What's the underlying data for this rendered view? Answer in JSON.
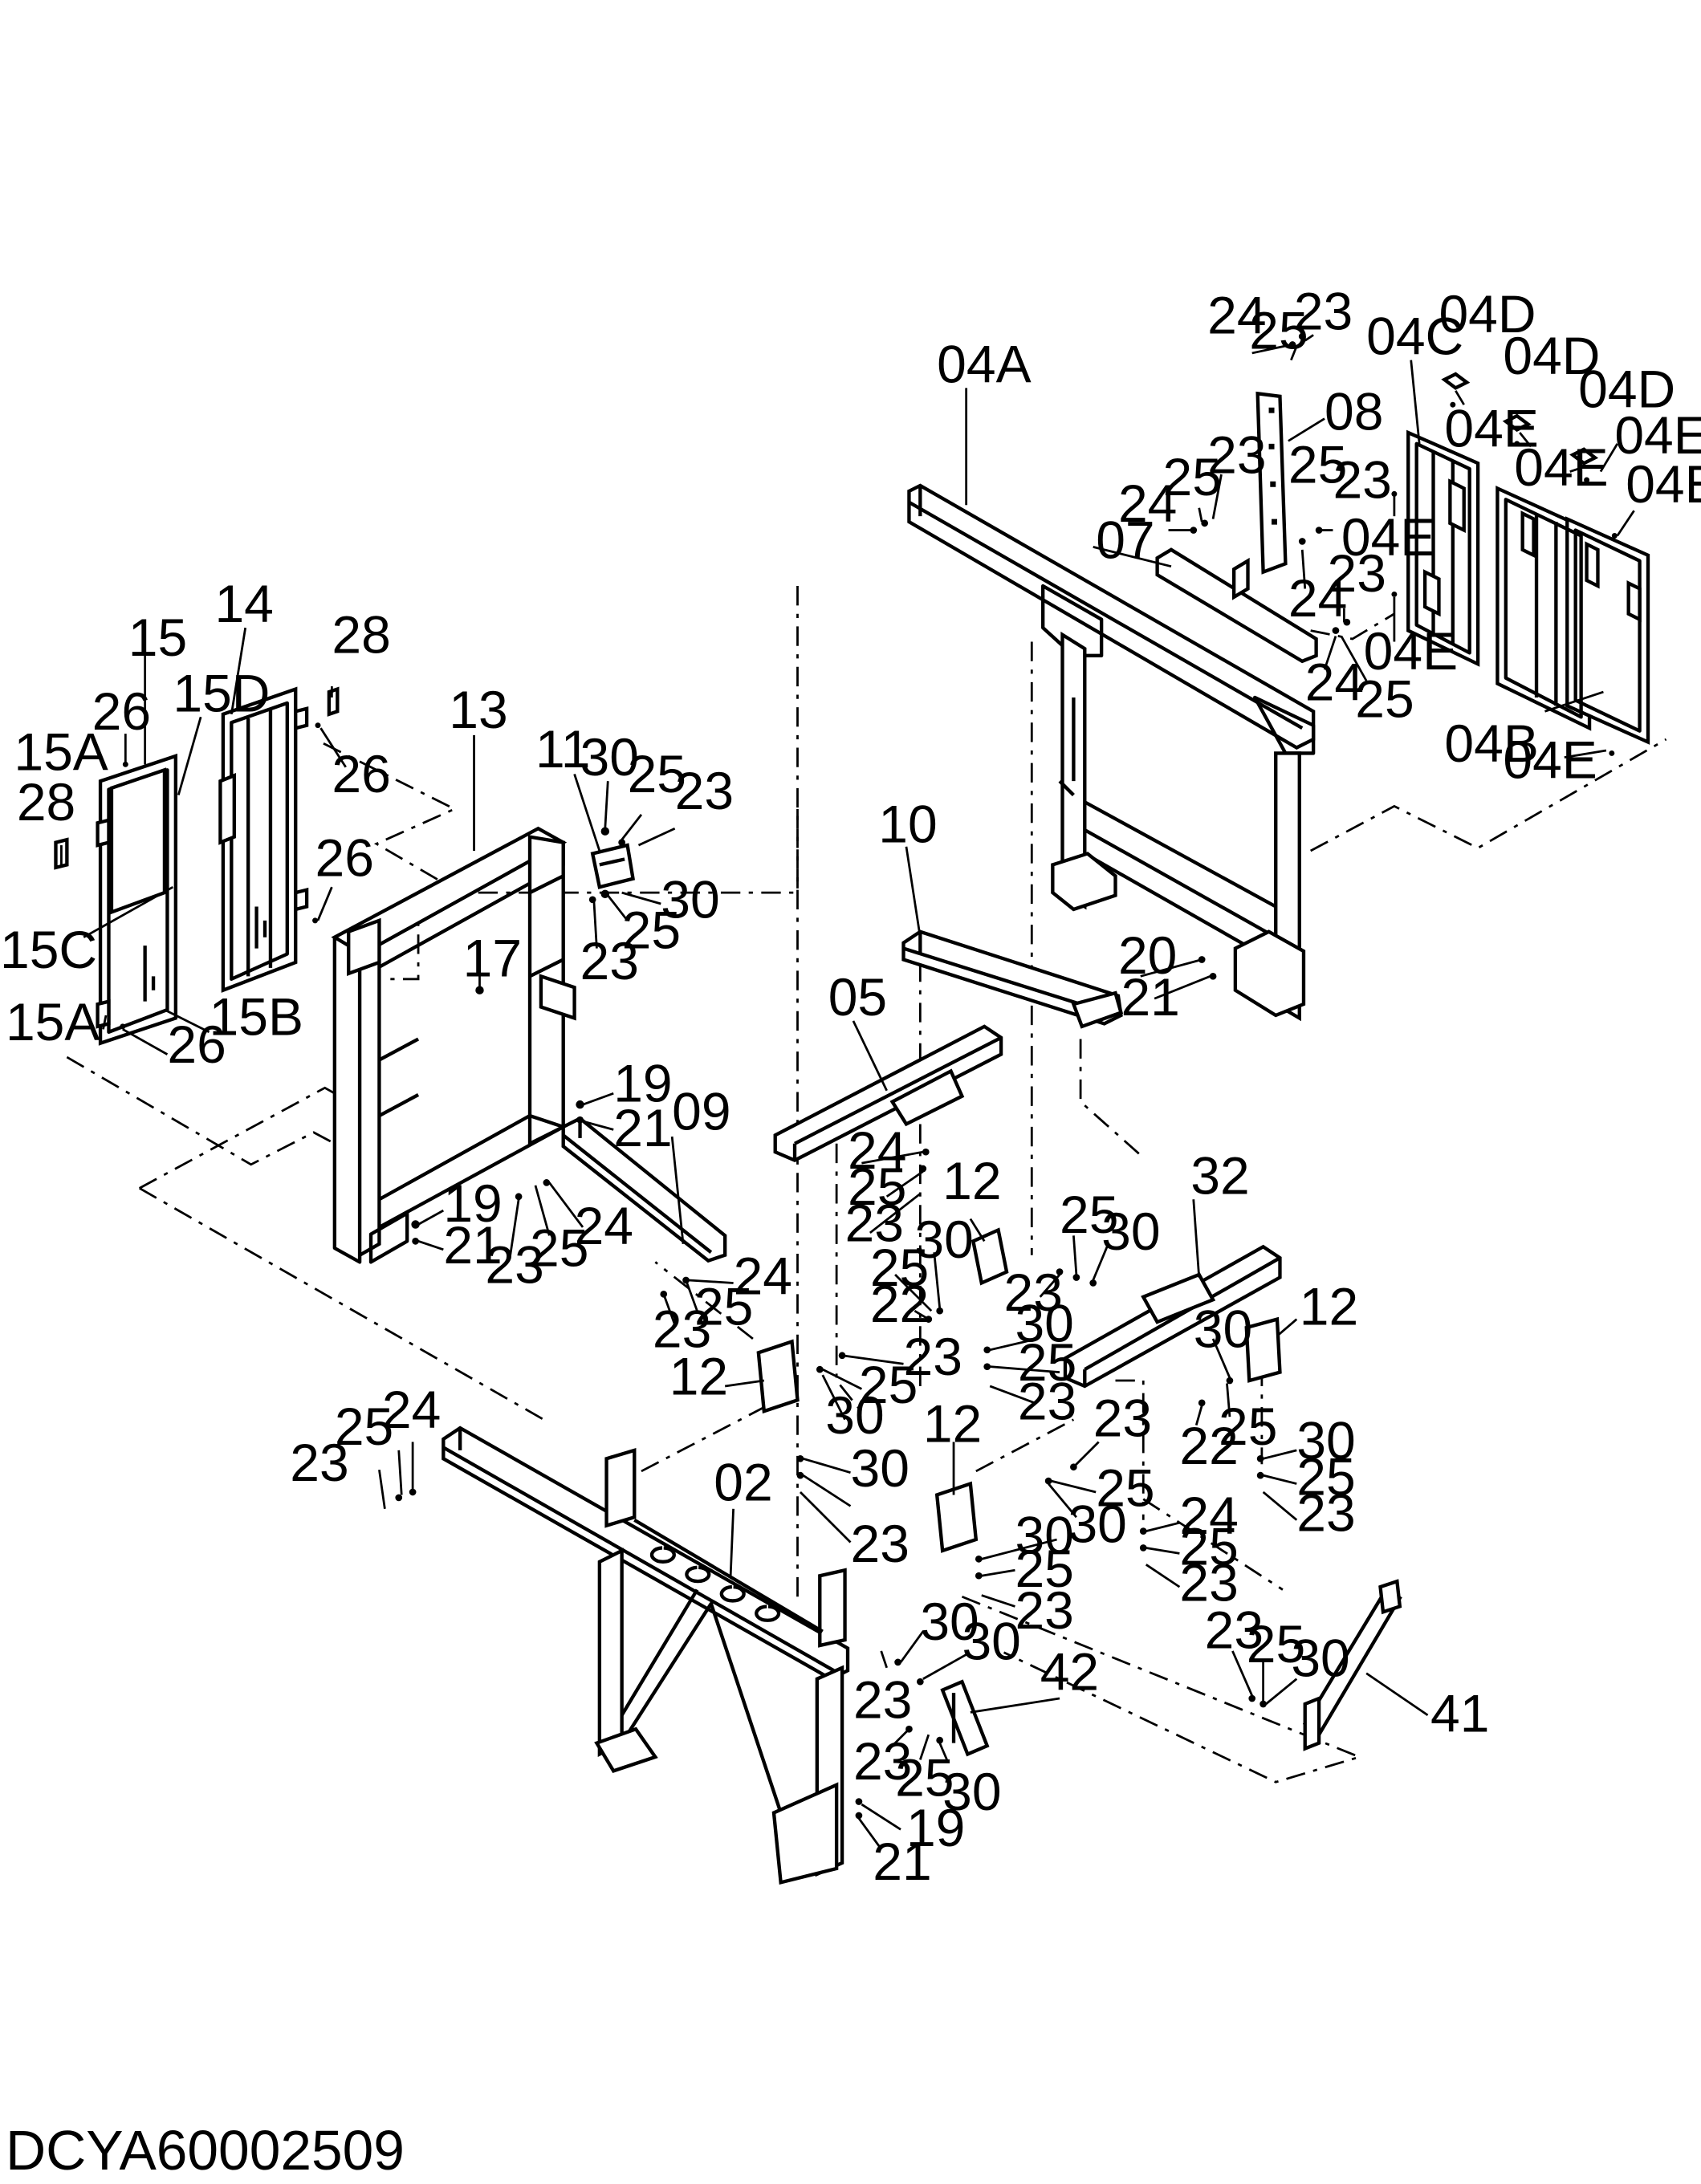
{
  "doc_id": "DCYA60002509",
  "callouts": {
    "c01": "23",
    "c02": "25",
    "c03": "24",
    "c04": "04C",
    "c05": "04D",
    "c06": "04D",
    "c07": "04D",
    "c08": "04A",
    "c09": "08",
    "c10": "04E",
    "c11": "04E",
    "c12": "04E",
    "c13": "04E",
    "c14": "23",
    "c15": "25",
    "c16": "24",
    "c17": "25",
    "c18": "23",
    "c19": "07",
    "c20": "04E",
    "c21": "23",
    "c22": "24",
    "c23": "04E",
    "c24": "24",
    "c25": "25",
    "c26": "04B",
    "c27": "04E",
    "c28": "14",
    "c29": "15",
    "c30": "28",
    "c31": "15D",
    "c32": "26",
    "c33": "13",
    "c34": "11",
    "c35": "30",
    "c36": "25",
    "c37": "23",
    "c38": "15A",
    "c39": "26",
    "c40": "28",
    "c41": "30",
    "c42": "26",
    "c43": "25",
    "c44": "23",
    "c45": "10",
    "c46": "15C",
    "c47": "17",
    "c48": "20",
    "c49": "21",
    "c50": "15A",
    "c51": "05",
    "c52": "15B",
    "c53": "26",
    "c54": "19",
    "c55": "21",
    "c56": "09",
    "c57": "24",
    "c58": "25",
    "c59": "12",
    "c60": "23",
    "c61": "32",
    "c62": "19",
    "c63": "25",
    "c64": "30",
    "c65": "21",
    "c66": "23",
    "c67": "25",
    "c68": "24",
    "c69": "30",
    "c70": "24",
    "c71": "25",
    "c72": "23",
    "c73": "22",
    "c74": "30",
    "c75": "12",
    "c76": "25",
    "c77": "23",
    "c78": "30",
    "c79": "12",
    "c80": "23",
    "c81": "25",
    "c82": "23",
    "c83": "22",
    "c84": "25",
    "c85": "30",
    "c86": "30",
    "c87": "25",
    "c88": "24",
    "c89": "23",
    "c90": "12",
    "c91": "23",
    "c92": "30",
    "c93": "25",
    "c94": "23",
    "c95": "25",
    "c96": "23",
    "c97": "02",
    "c98": "30",
    "c99": "24",
    "c100": "30",
    "c101": "25",
    "c102": "25",
    "c103": "23",
    "c104": "23",
    "c105": "25",
    "c106": "30",
    "c107": "23",
    "c108": "30",
    "c109": "23",
    "c110": "25",
    "c111": "30",
    "c112": "42",
    "c113": "41",
    "c114": "23",
    "c115": "25",
    "c116": "30",
    "c117": "19",
    "c118": "21"
  }
}
